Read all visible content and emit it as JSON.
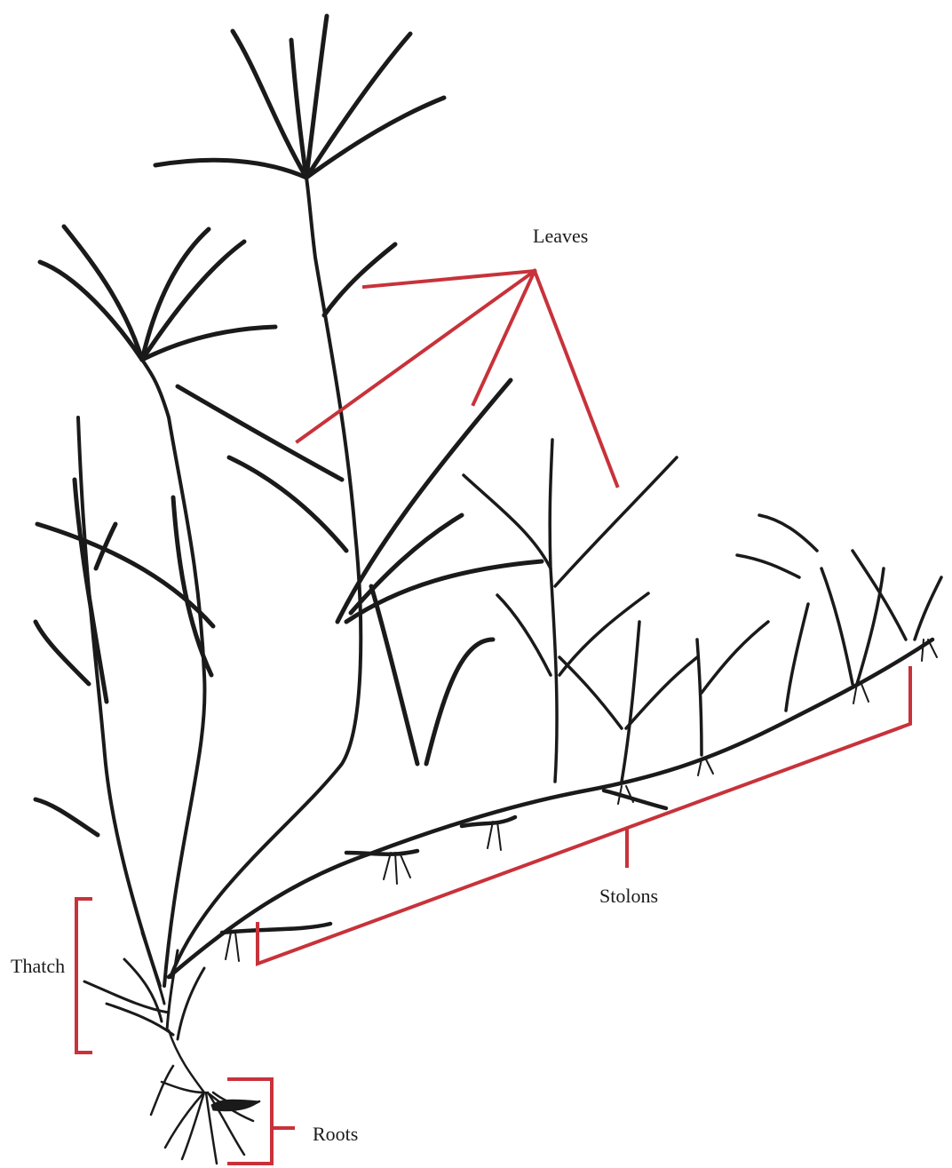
{
  "diagram": {
    "labels": {
      "leaves": "Leaves",
      "stolons": "Stolons",
      "thatch": "Thatch",
      "roots": "Roots"
    },
    "colors": {
      "ink": "#1a1a1a",
      "callout": "#c8323a",
      "background": "#ffffff"
    }
  }
}
